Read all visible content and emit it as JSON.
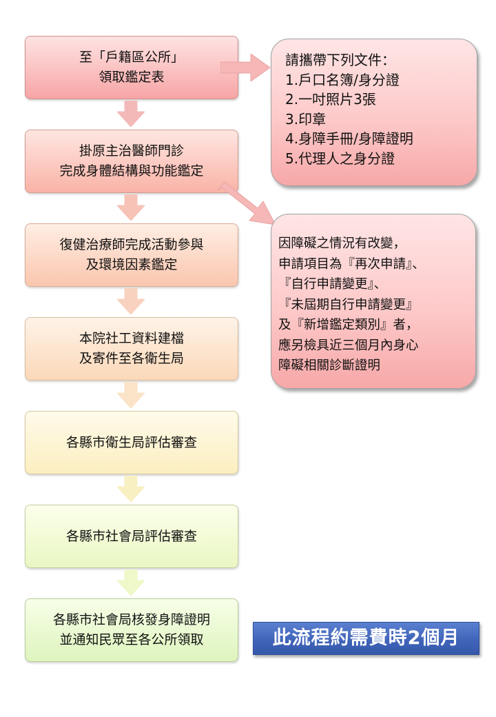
{
  "steps": [
    {
      "lines": [
        "至「戶籍區公所」",
        "領取鑑定表"
      ],
      "color": "#f7a5a5"
    },
    {
      "lines": [
        "掛原主治醫師門診",
        "完成身體結構與功能鑑定"
      ],
      "color": "#f9b3a7"
    },
    {
      "lines": [
        "復健治療師完成活動參與",
        "及環境因素鑑定"
      ],
      "color": "#fac6ae"
    },
    {
      "lines": [
        "本院社工資料建檔",
        "及寄件至各衛生局"
      ],
      "color": "#fbd8b9"
    },
    {
      "lines": [
        "各縣市衛生局評估審查"
      ],
      "color": "#fbeec0"
    },
    {
      "lines": [
        "各縣市社會局評估審查"
      ],
      "color": "#eaf7c3"
    },
    {
      "lines": [
        "各縣市社會局核發身障證明",
        "並通知民眾至各公所領取"
      ],
      "color": "#def4bd"
    }
  ],
  "arrow_colors": [
    "#f3b9b9",
    "#f6c3b6",
    "#f8d2bf",
    "#fae3c6",
    "#f8f0c3",
    "#eef8c8"
  ],
  "documents_note": {
    "lines": [
      "請攜帶下列文件：",
      "1.戶口名簿/身分證",
      "2.一吋照片3張",
      "3.印章",
      "4.身障手冊/身障證明",
      "5.代理人之身分證"
    ]
  },
  "condition_note": {
    "lines": [
      "因障礙之情況有改變，",
      "申請項目為『再次申請』、",
      "『自行申請變更』、",
      "『未屆期自行申請變更』",
      "及『新增鑑定類別』者，",
      "應另檢具近三個月內身心",
      "障礙相關診斷證明"
    ]
  },
  "duration_label": "此流程約需費時2個月",
  "colors": {
    "side_arrow": "#f6b7b7",
    "duration_bg": "#3f63b8"
  }
}
